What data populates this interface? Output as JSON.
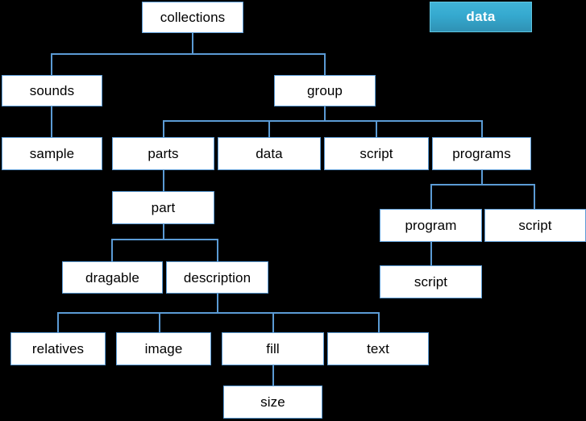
{
  "diagram": {
    "title_badge": {
      "label": "data"
    },
    "type": "tree-hierarchy",
    "nodes": {
      "collections": "collections",
      "sounds": "sounds",
      "group": "group",
      "sample": "sample",
      "parts": "parts",
      "data": "data",
      "script_group": "script",
      "programs": "programs",
      "part": "part",
      "program": "program",
      "script_programs": "script",
      "script_program": "script",
      "dragable": "dragable",
      "description": "description",
      "relatives": "relatives",
      "image": "image",
      "fill": "fill",
      "text": "text",
      "size": "size"
    },
    "colors": {
      "background": "#000000",
      "node_fill": "#ffffff",
      "node_border": "#5b9bd5",
      "node_text": "#000000",
      "edge": "#5b9bd5",
      "badge_fill": "#35a9cf",
      "badge_text": "#ffffff"
    },
    "edges": [
      [
        "collections",
        "sounds"
      ],
      [
        "collections",
        "group"
      ],
      [
        "sounds",
        "sample"
      ],
      [
        "group",
        "parts"
      ],
      [
        "group",
        "data"
      ],
      [
        "group",
        "script_group"
      ],
      [
        "group",
        "programs"
      ],
      [
        "parts",
        "part"
      ],
      [
        "programs",
        "program"
      ],
      [
        "programs",
        "script_programs"
      ],
      [
        "program",
        "script_program"
      ],
      [
        "part",
        "dragable"
      ],
      [
        "part",
        "description"
      ],
      [
        "description",
        "relatives"
      ],
      [
        "description",
        "image"
      ],
      [
        "description",
        "fill"
      ],
      [
        "description",
        "text"
      ],
      [
        "fill",
        "size"
      ]
    ]
  }
}
